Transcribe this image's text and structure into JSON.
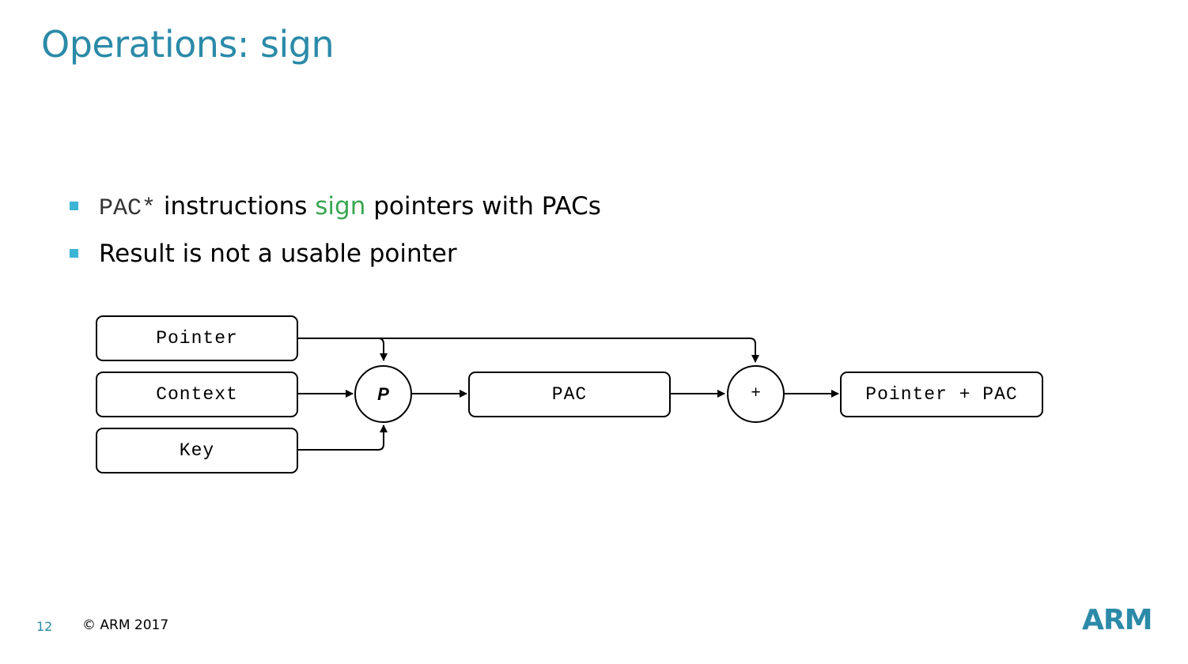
{
  "slide": {
    "title": "Operations: sign",
    "bullets": [
      {
        "code": "PAC*",
        "text_before_highlight": " instructions ",
        "highlight": "sign",
        "text_after_highlight": " pointers with PACs"
      },
      {
        "text": "Result is not a usable pointer"
      }
    ],
    "colors": {
      "title": "#2b8aa8",
      "bullet_marker": "#3cb4d6",
      "highlight": "#3aa652",
      "logo": "#2b8aa8"
    }
  },
  "diagram": {
    "inputs": {
      "pointer": "Pointer",
      "context": "Context",
      "key": "Key"
    },
    "function_node": "P",
    "pac_box": "PAC",
    "combine_node": "+",
    "output": "Pointer + PAC"
  },
  "footer": {
    "page_number": "12",
    "copyright": "© ARM 2017",
    "logo": "ARM"
  }
}
